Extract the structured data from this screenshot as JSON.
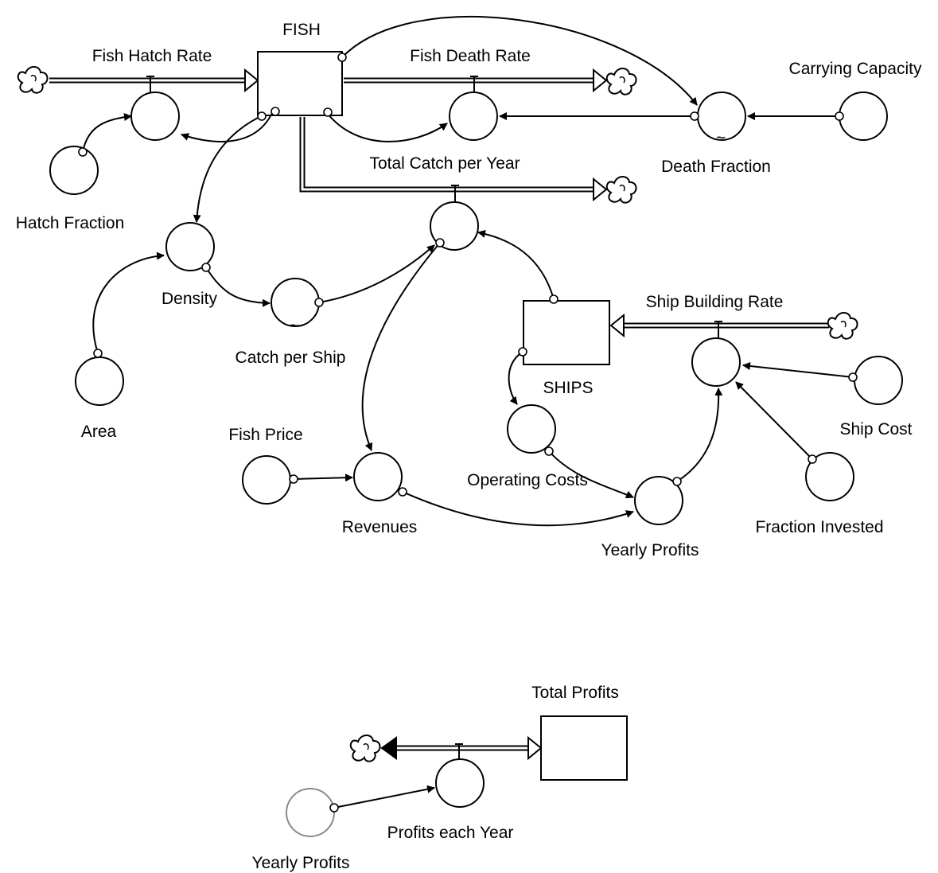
{
  "stocks": {
    "fish": "FISH",
    "ships": "SHIPS",
    "total_profits": "Total Profits"
  },
  "flows": {
    "fish_hatch_rate": "Fish Hatch Rate",
    "fish_death_rate": "Fish Death Rate",
    "total_catch_per_year": "Total Catch per Year",
    "ship_building_rate": "Ship Building Rate",
    "profits_each_year": "Profits each Year"
  },
  "variables": {
    "carrying_capacity": "Carrying Capacity",
    "death_fraction": "Death Fraction",
    "hatch_fraction": "Hatch Fraction",
    "density": "Density",
    "area": "Area",
    "catch_per_ship": "Catch per Ship",
    "fish_price": "Fish Price",
    "revenues": "Revenues",
    "operating_costs": "Operating Costs",
    "yearly_profits": "Yearly Profits",
    "ship_cost": "Ship Cost",
    "fraction_invested": "Fraction Invested",
    "yearly_profits_shadow": "Yearly Profits"
  },
  "marks": {
    "lookup_symbol": "~"
  }
}
